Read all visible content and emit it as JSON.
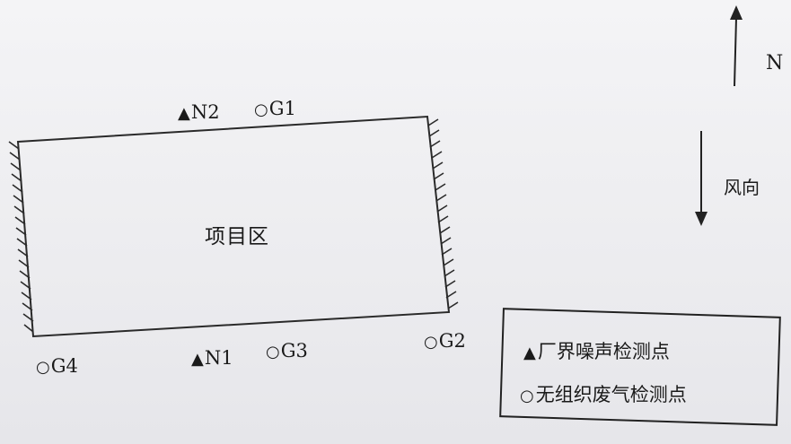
{
  "diagram": {
    "project_area_label": "项目区",
    "noise_glyph": "▲",
    "gas_glyph": "○",
    "points": {
      "N1": "N1",
      "N2": "N2",
      "G1": "G1",
      "G2": "G2",
      "G3": "G3",
      "G4": "G4"
    },
    "compass_label": "N",
    "wind_label": "风向",
    "legend": {
      "noise_label": "厂界噪声检测点",
      "gas_label": "无组织废气检测点"
    }
  }
}
